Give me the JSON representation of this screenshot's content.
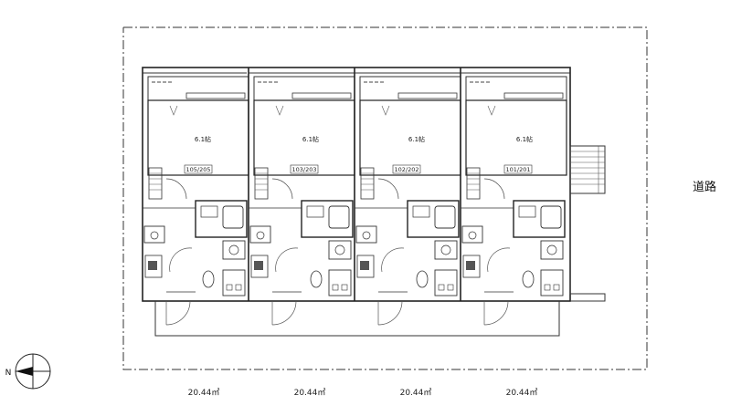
{
  "road_label": "道路",
  "north_label": "N",
  "units": [
    {
      "room_label": "6.1帖",
      "unit_label": "105/205",
      "area_label": "20.44㎡"
    },
    {
      "room_label": "6.1帖",
      "unit_label": "103/203",
      "area_label": "20.44㎡"
    },
    {
      "room_label": "6.1帖",
      "unit_label": "102/202",
      "area_label": "20.44㎡"
    },
    {
      "room_label": "6.1帖",
      "unit_label": "101/201",
      "area_label": "20.44㎡"
    }
  ]
}
